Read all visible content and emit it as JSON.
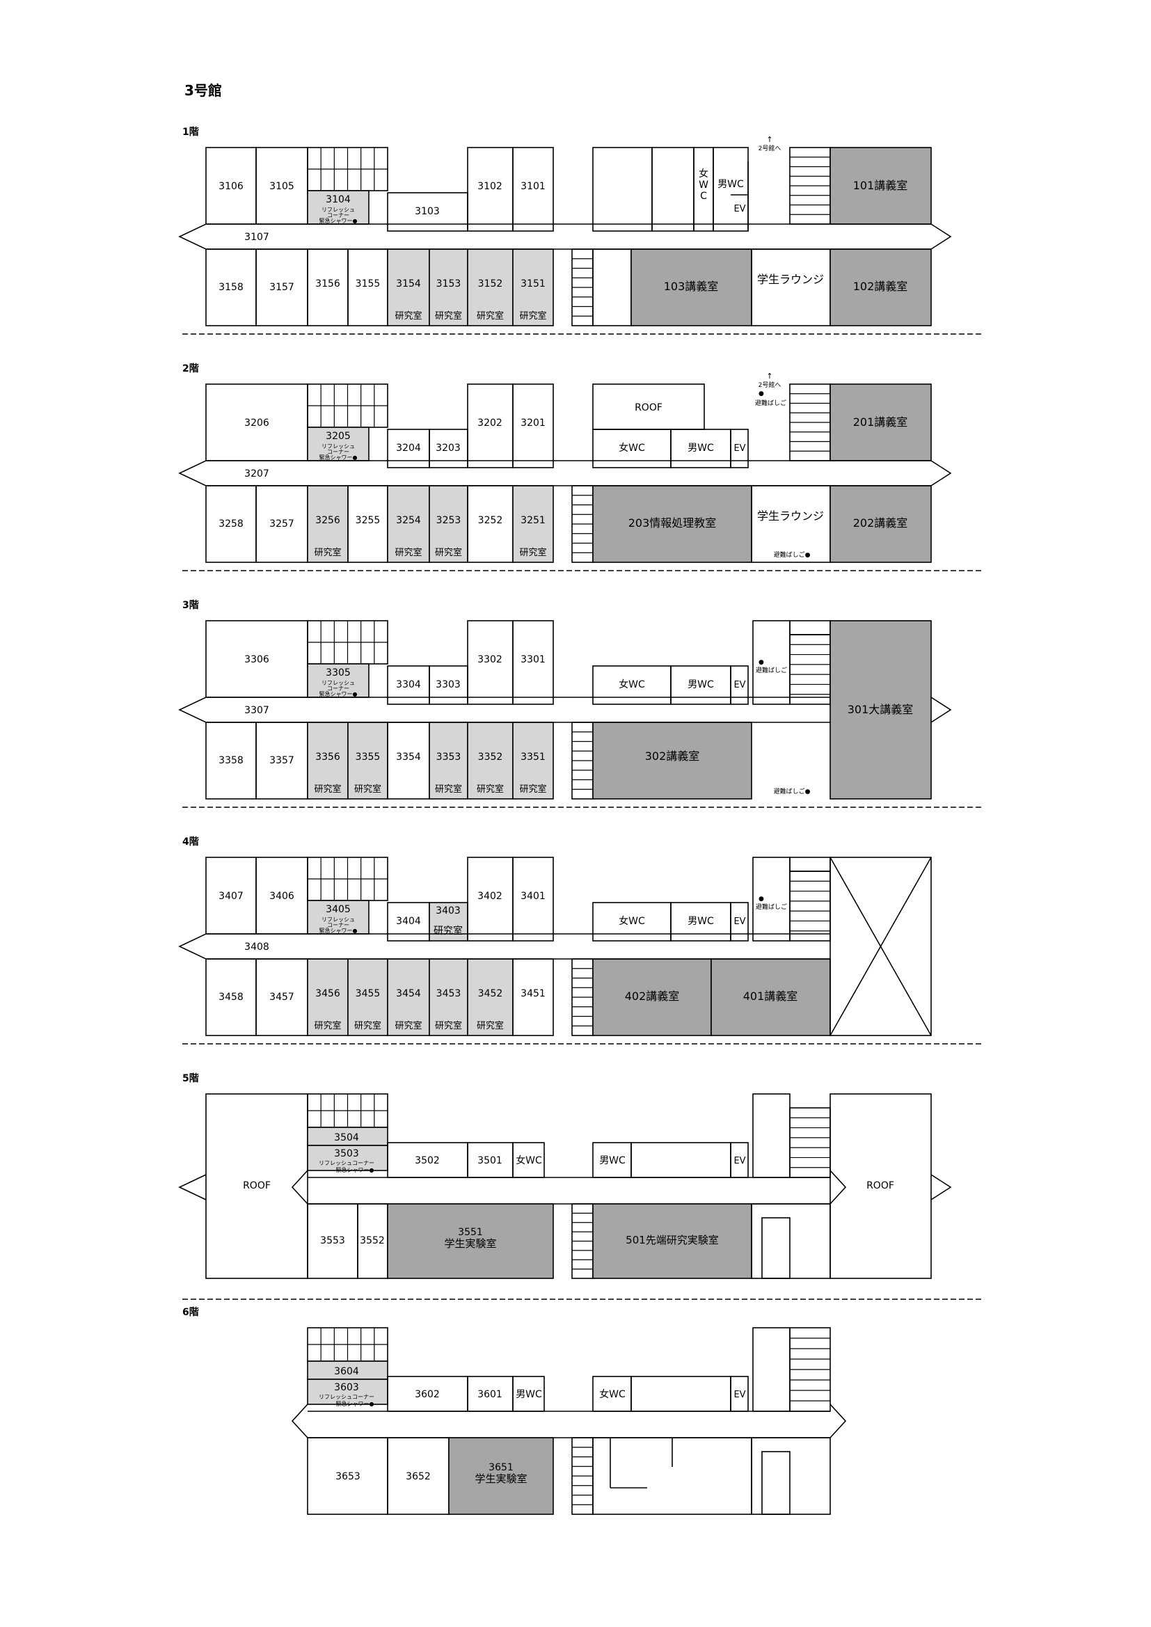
{
  "title": "3号館",
  "colors": {
    "line": "#000000",
    "gray": "#a6a6a6",
    "light": "#d6d6d6",
    "paper": "#ffffff"
  },
  "floors": [
    {
      "label": "1階",
      "north": [
        "3106",
        "3105",
        "3104",
        "3103",
        "3102",
        "3101",
        "女",
        "W",
        "C",
        "男WC",
        "EV",
        "101講義室"
      ],
      "refresh": [
        "リフレッシュ",
        "コーナー",
        "緊急シャワー●"
      ],
      "arrow": [
        "↑",
        "2号館へ"
      ],
      "corridor": "3107",
      "south": [
        "3158",
        "3157",
        "3156",
        "3155",
        "3154",
        "3153",
        "3152",
        "3151",
        "103講義室",
        "学生ラウンジ",
        "102講義室"
      ],
      "labs": [
        "研究室",
        "研究室",
        "研究室",
        "研究室"
      ]
    },
    {
      "label": "2階",
      "north": [
        "3206",
        "3205",
        "3204",
        "3203",
        "3202",
        "3201",
        "ROOF",
        "女WC",
        "男WC",
        "EV",
        "201講義室"
      ],
      "refresh": [
        "リフレッシュ",
        "コーナー",
        "緊急シャワー●"
      ],
      "arrow": [
        "↑",
        "2号館へ",
        "●",
        "避難ばしご"
      ],
      "corridor": "3207",
      "south": [
        "3258",
        "3257",
        "3256",
        "3255",
        "3254",
        "3253",
        "3252",
        "3251",
        "203情報処理教室",
        "学生ラウンジ",
        "202講義室",
        "避難ばしご●"
      ],
      "labs": [
        "研究室",
        "研究室",
        "研究室",
        "研究室"
      ]
    },
    {
      "label": "3階",
      "north": [
        "3306",
        "3305",
        "3304",
        "3303",
        "3302",
        "3301",
        "女WC",
        "男WC",
        "EV",
        "●",
        "避難ばしご",
        "301大講義室"
      ],
      "refresh": [
        "リフレッシュ",
        "コーナー",
        "緊急シャワー●"
      ],
      "corridor": "3307",
      "south": [
        "3358",
        "3357",
        "3356",
        "3355",
        "3354",
        "3353",
        "3352",
        "3351",
        "302講義室",
        "避難ばしご●"
      ],
      "labs": [
        "研究室",
        "研究室",
        "研究室",
        "研究室",
        "研究室"
      ]
    },
    {
      "label": "4階",
      "north": [
        "3407",
        "3406",
        "3405",
        "3404",
        "3403",
        "研究室",
        "3402",
        "3401",
        "女WC",
        "男WC",
        "EV",
        "●",
        "避難ばしご"
      ],
      "refresh": [
        "リフレッシュ",
        "コーナー",
        "緊急シャワー●"
      ],
      "corridor": "3408",
      "south": [
        "3458",
        "3457",
        "3456",
        "3455",
        "3454",
        "3453",
        "3452",
        "3451",
        "402講義室",
        "401講義室"
      ],
      "labs": [
        "研究室",
        "研究室",
        "研究室",
        "研究室",
        "研究室"
      ]
    },
    {
      "label": "5階",
      "north": [
        "ROOF",
        "3504",
        "3503",
        "3502",
        "3501",
        "女WC",
        "男WC",
        "EV",
        "ROOF"
      ],
      "refresh": [
        "リフレッシュコーナー",
        "緊急シャワー●"
      ],
      "south": [
        "3553",
        "3552",
        "3551",
        "学生実験室",
        "501先端研究実験室"
      ]
    },
    {
      "label": "6階",
      "north": [
        "3604",
        "3603",
        "3602",
        "3601",
        "男WC",
        "女WC",
        "EV"
      ],
      "refresh": [
        "リフレッシュコーナー",
        "緊急シャワー●"
      ],
      "south": [
        "3653",
        "3652",
        "3651",
        "学生実験室"
      ]
    }
  ]
}
